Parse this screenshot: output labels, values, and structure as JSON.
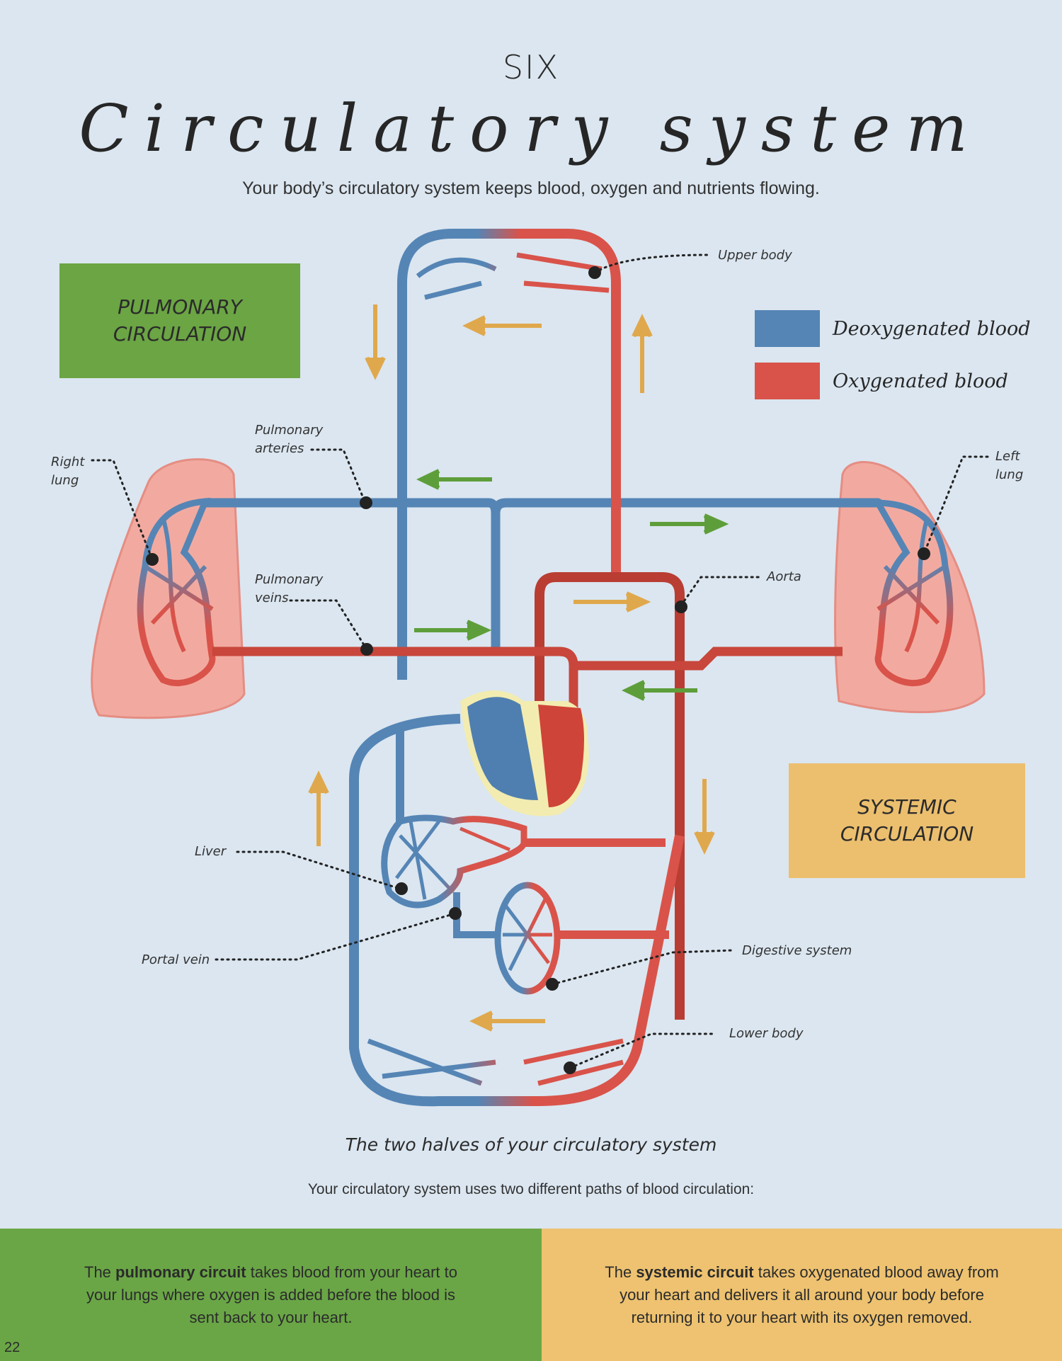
{
  "header": {
    "chapter": "SIX",
    "title": "Circulatory system",
    "intro": "Your body’s circulatory system keeps blood, oxygen and nutrients flowing."
  },
  "boxes": {
    "pulmonary": "PULMONARY\nCIRCULATION",
    "systemic": "SYSTEMIC\nCIRCULATION"
  },
  "legend": [
    {
      "label": "Deoxygenated blood",
      "color": "#5585b5"
    },
    {
      "label": "Oxygenated blood",
      "color": "#d9534a"
    }
  ],
  "callouts": {
    "upper_body": "Upper body",
    "right_lung": "Right\nlung",
    "left_lung": "Left\nlung",
    "pulmonary_arteries": "Pulmonary\narteries",
    "pulmonary_veins": "Pulmonary\nveins",
    "aorta": "Aorta",
    "liver": "Liver",
    "portal_vein": "Portal vein",
    "digestive_system": "Digestive system",
    "lower_body": "Lower body"
  },
  "colors": {
    "background": "#dbe6f0",
    "deoxygenated": "#5585b5",
    "oxygenated": "#d9534a",
    "dark_artery": "#a8382e",
    "lung": "#f2aaa0",
    "pulmonary_green": "#6aa646",
    "systemic_orange": "#ecbf6e",
    "arrow_green": "#5e9e3a",
    "arrow_orange": "#e0a84c"
  },
  "caption": {
    "title": "The two halves of your circulatory system",
    "subtitle": "Your circulatory system uses two different paths of blood circulation:"
  },
  "panels": {
    "pulmonary": {
      "prefix": "The ",
      "bold": "pulmonary circuit",
      "rest": " takes blood from your heart to your lungs where oxygen is added before the blood is sent back to your heart."
    },
    "systemic": {
      "prefix": "The ",
      "bold": "systemic circuit",
      "rest": " takes oxygenated blood away from your heart and delivers it all around your body before returning it to your heart with its oxygen removed."
    }
  },
  "page_number": "22"
}
